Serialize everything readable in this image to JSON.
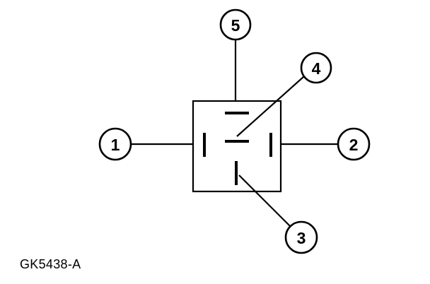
{
  "figure_id": "GK5438-A",
  "callouts": [
    {
      "label": "1"
    },
    {
      "label": "2"
    },
    {
      "label": "3"
    },
    {
      "label": "4"
    },
    {
      "label": "5"
    }
  ]
}
